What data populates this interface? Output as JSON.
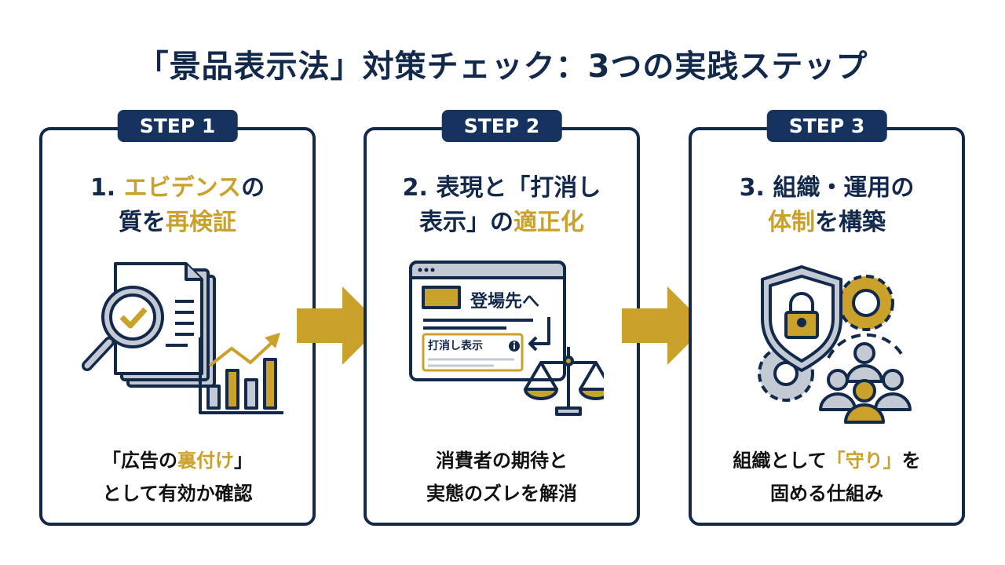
{
  "title": "「景品表示法」対策チェック：3つの実践ステップ",
  "colors": {
    "navy": "#13294b",
    "gold": "#c9a12b",
    "gray": "#c3cad3"
  },
  "steps": [
    {
      "badge": "STEP 1",
      "heading": {
        "line1_prefix": "1. ",
        "line1_gold": "エビデンス",
        "line1_suffix": "の",
        "line2_prefix": "質を",
        "line2_gold": "再検証",
        "line2_suffix": ""
      },
      "illustration": "document-magnifier-chart-icon",
      "caption": {
        "line1_prefix": "「広告の",
        "line1_gold": "裏付け",
        "line1_suffix": "」",
        "line2": "として有効か確認"
      }
    },
    {
      "badge": "STEP 2",
      "heading": {
        "line1_prefix": "2. 表現と「打消し",
        "line1_gold": "",
        "line1_suffix": "",
        "line2_prefix": "表示」の",
        "line2_gold": "適正化",
        "line2_suffix": ""
      },
      "illustration": "browser-disclaimer-scale-icon",
      "illustration_text": {
        "banner": "登場先へ",
        "disclaimer": "打消し表示"
      },
      "caption": {
        "line1_prefix": "消費者の期待と",
        "line1_gold": "",
        "line1_suffix": "",
        "line2": "実態のズレを解消"
      }
    },
    {
      "badge": "STEP 3",
      "heading": {
        "line1_prefix": "3. 組織・運用の",
        "line1_gold": "",
        "line1_suffix": "",
        "line2_prefix": "",
        "line2_gold": "体制",
        "line2_suffix": "を構築"
      },
      "illustration": "shield-lock-gears-team-icon",
      "caption": {
        "line1_prefix": "組織として",
        "line1_gold": "「守り」",
        "line1_suffix": "を",
        "line2": "固める仕組み"
      }
    }
  ]
}
